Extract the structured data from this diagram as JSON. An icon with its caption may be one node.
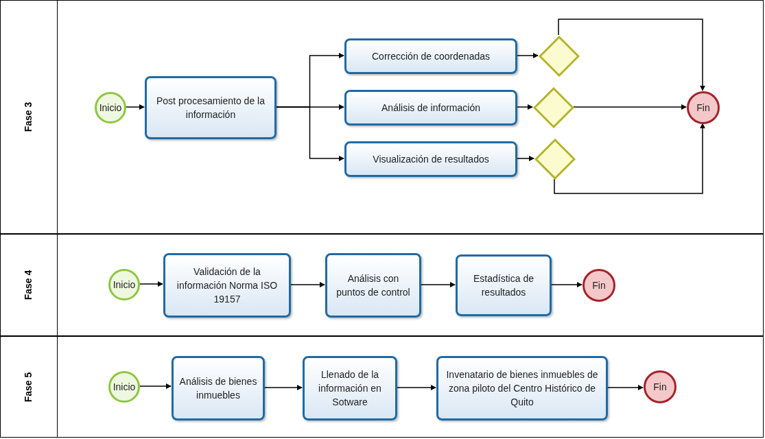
{
  "diagram": {
    "nodes": [
      {
        "text": [
          "Fase 3"
        ]
      },
      {
        "text": [
          "Inicio"
        ],
        "in": 0
      },
      {
        "text": [
          "Post procesamiento de la información"
        ],
        "in": 0
      },
      {
        "text": [
          "Corrección de coordenadas"
        ],
        "in": 0
      },
      {
        "text": [
          "Análisis de información"
        ],
        "in": 0
      },
      {
        "text": [
          "Visualización de resultados"
        ],
        "in": 0
      },
      {
        "text": [],
        "shape": "diamond",
        "in": 0
      },
      {
        "text": [],
        "shape": "diamond",
        "in": 0
      },
      {
        "text": [],
        "shape": "diamond",
        "in": 0
      },
      {
        "text": [
          "Fin"
        ],
        "in": 0
      },
      {
        "text": [
          "Fase 4"
        ]
      },
      {
        "text": [
          "Inicio"
        ],
        "in": 10
      },
      {
        "text": [
          "Validación de la información Norma ISO 19157"
        ],
        "in": 10
      },
      {
        "text": [
          "Análisis con puntos de control"
        ],
        "in": 10
      },
      {
        "text": [
          "Estadística de resultados"
        ],
        "in": 10
      },
      {
        "text": [
          "Fin"
        ],
        "in": 10
      },
      {
        "text": [
          "Fase 5"
        ]
      },
      {
        "text": [
          "Inicio"
        ],
        "in": 16
      },
      {
        "text": [
          "Análisis de bienes inmuebles"
        ],
        "in": 16
      },
      {
        "text": [
          "Llenado de la información en Sotware"
        ],
        "in": 16
      },
      {
        "text": [
          "Invenatario de bienes inmuebles de zona piloto del Centro Histórico de Quito"
        ],
        "in": 16
      },
      {
        "text": [
          "Fin"
        ],
        "in": 16
      }
    ],
    "edges": [
      {
        "from": 1,
        "to": 2,
        "arrow": "to"
      },
      {
        "from": 2,
        "to": 3,
        "arrow": "to"
      },
      {
        "from": 2,
        "to": 4,
        "arrow": "to"
      },
      {
        "from": 2,
        "to": 5,
        "arrow": "to"
      },
      {
        "from": 3,
        "to": 6,
        "arrow": "to"
      },
      {
        "from": 4,
        "to": 7,
        "arrow": "to"
      },
      {
        "from": 5,
        "to": 8,
        "arrow": "to"
      },
      {
        "from": 6,
        "to": 9,
        "arrow": "to"
      },
      {
        "from": 7,
        "to": 9,
        "arrow": "to"
      },
      {
        "from": 8,
        "to": 9,
        "arrow": "to"
      },
      {
        "from": 11,
        "to": 12,
        "arrow": "to"
      },
      {
        "from": 12,
        "to": 13,
        "arrow": "to"
      },
      {
        "from": 13,
        "to": 14,
        "arrow": "to"
      },
      {
        "from": 14,
        "to": 15,
        "arrow": "to"
      },
      {
        "from": 17,
        "to": 18,
        "arrow": "to"
      },
      {
        "from": 18,
        "to": 19,
        "arrow": "to"
      },
      {
        "from": 19,
        "to": 20,
        "arrow": "to"
      },
      {
        "from": 20,
        "to": 21,
        "arrow": "to"
      }
    ]
  }
}
